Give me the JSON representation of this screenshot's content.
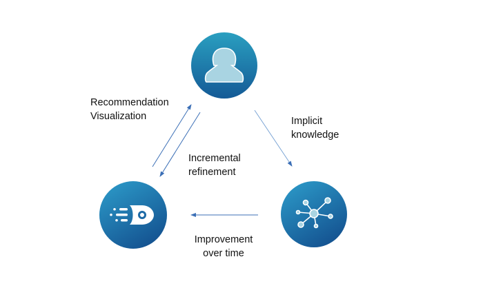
{
  "diagram": {
    "nodes": [
      {
        "id": "user",
        "icon": "user-icon"
      },
      {
        "id": "engine",
        "icon": "rocket-icon"
      },
      {
        "id": "knowledge",
        "icon": "network-icon"
      }
    ],
    "edges": [
      {
        "from": "engine",
        "to": "user",
        "label_lines": [
          "Recommendation",
          "Visualization"
        ]
      },
      {
        "from": "user",
        "to": "engine",
        "label_lines": [
          "Incremental",
          "refinement"
        ]
      },
      {
        "from": "user",
        "to": "knowledge",
        "label_lines": [
          "Implicit",
          "knowledge"
        ]
      },
      {
        "from": "knowledge",
        "to": "engine",
        "label_lines": [
          "Improvement",
          "over time"
        ]
      }
    ]
  },
  "colors": {
    "circle_light": "#2a9fc0",
    "circle_dark": "#145a96",
    "arrow": "#3b6fb6",
    "icon_fill": "#a9d4e2"
  }
}
